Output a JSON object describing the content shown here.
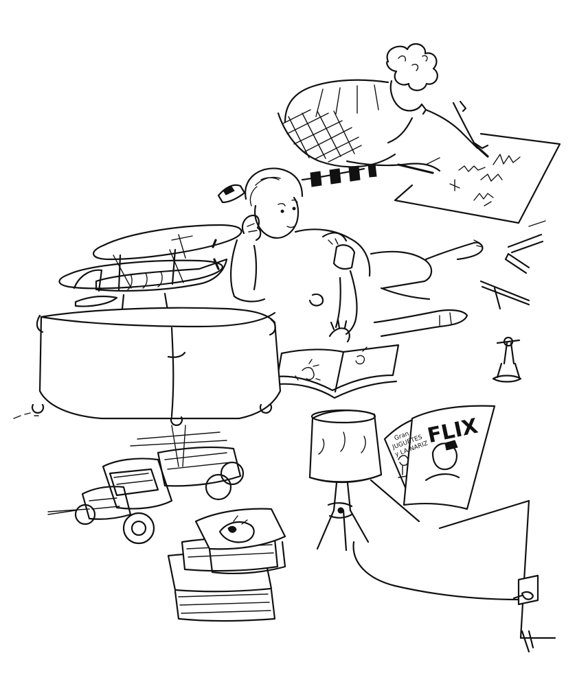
{
  "comic": {
    "title": "FLIX",
    "cover_lines": [
      "Gran",
      "JUGUETES",
      "y LA NARIZ"
    ]
  },
  "ink_color": "#111111",
  "paper_color": "#ffffff"
}
